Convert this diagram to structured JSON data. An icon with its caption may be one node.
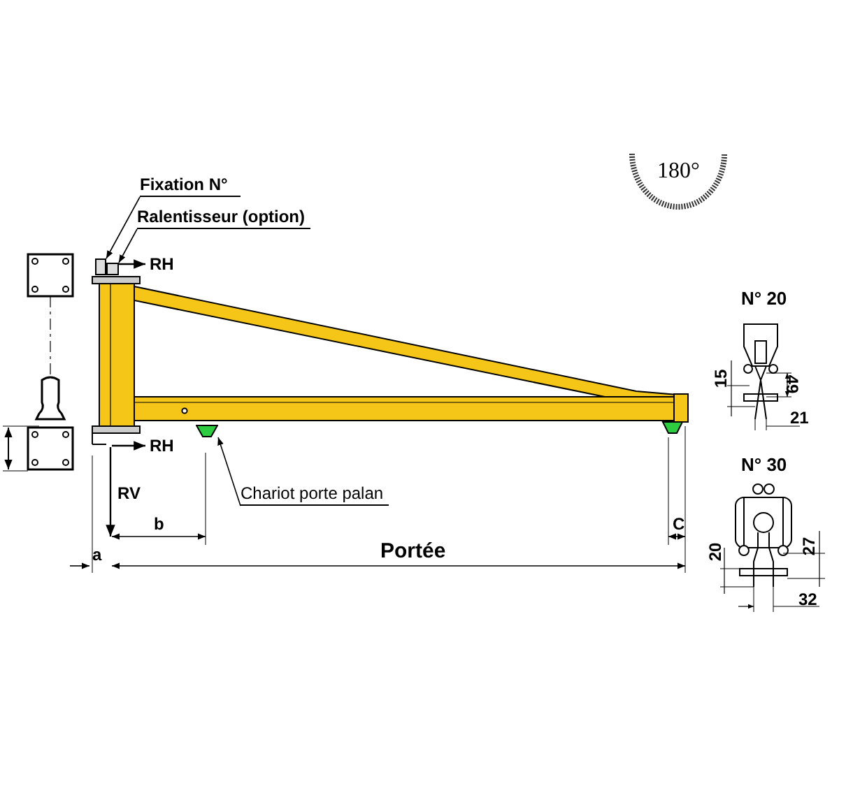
{
  "diagram": {
    "nodes": [
      {
        "text": [
          "Fixation N°"
        ]
      },
      {
        "text": [],
        "shape": "box"
      },
      {
        "text": [
          "Ralentisseur (option)"
        ]
      },
      {
        "text": [],
        "shape": "box"
      },
      {
        "text": [
          "Chariot porte palan"
        ]
      },
      {
        "text": [],
        "shape": "trapezoid"
      }
    ],
    "edges": [
      {
        "from": 0,
        "to": 1,
        "arrow": "to"
      },
      {
        "from": 2,
        "to": 3,
        "arrow": "to"
      },
      {
        "from": 4,
        "to": 5,
        "arrow": "to"
      }
    ],
    "labels": [
      "RH",
      "RH",
      "RV",
      "b",
      "a",
      "Portée",
      "C",
      "180°",
      "N° 20",
      "15",
      "49",
      "21",
      "N° 30",
      "20",
      "27",
      "32"
    ]
  }
}
